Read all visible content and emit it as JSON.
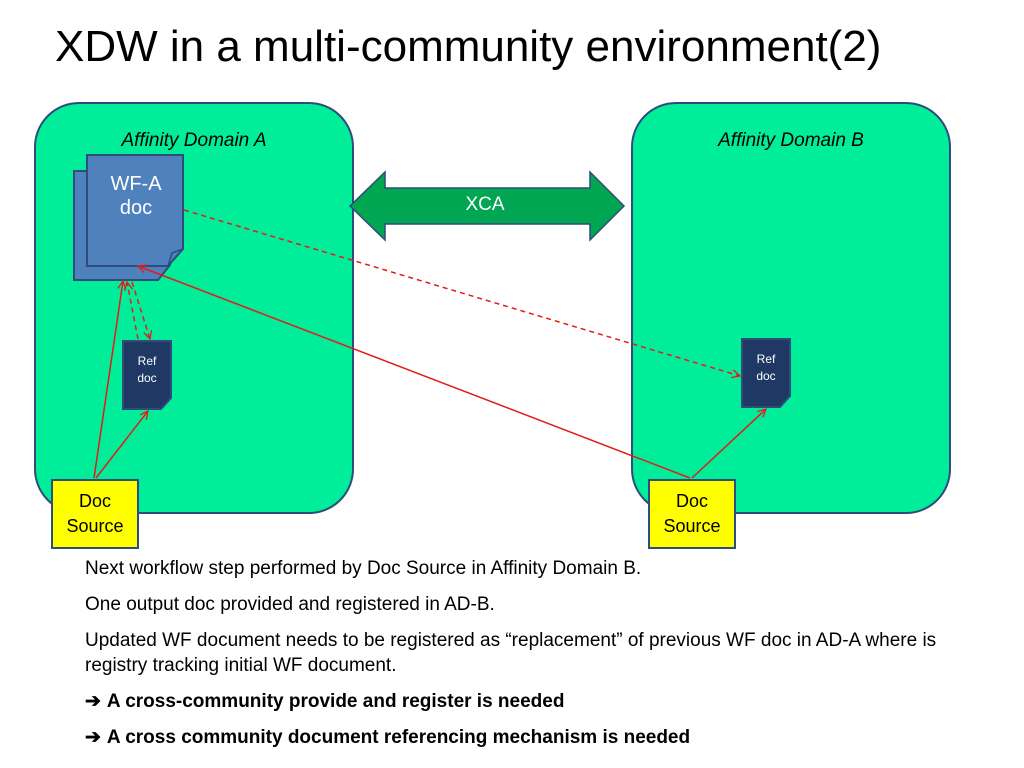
{
  "title": "XDW in a multi-community environment(2)",
  "domain_a": {
    "label": "Affinity Domain A"
  },
  "domain_b": {
    "label": "Affinity Domain B"
  },
  "xca": {
    "label": "XCA"
  },
  "wf_doc": {
    "line1": "WF-A",
    "line2": "doc"
  },
  "ref_doc_a": {
    "line1": "Ref",
    "line2": "doc"
  },
  "ref_doc_b": {
    "line1": "Ref",
    "line2": "doc"
  },
  "doc_source_a": {
    "line1": "Doc",
    "line2": "Source"
  },
  "doc_source_b": {
    "line1": "Doc",
    "line2": "Source"
  },
  "notes": {
    "line1": "Next workflow step performed by Doc Source in Affinity Domain B.",
    "line2": "One output doc provided and registered in AD-B.",
    "line3": "Updated WF document needs to be registered as “replacement” of previous WF doc in AD-A where is registry tracking initial WF document.",
    "arrow_glyph": "➔",
    "line4": "A cross-community provide and register is needed",
    "line5": "A cross community document referencing mechanism is needed"
  },
  "colors": {
    "domain_fill": "#00ee99",
    "domain_border": "#2e4d7a",
    "doc_fill": "#4f81bd",
    "ref_doc_fill": "#1f3864",
    "xca_fill": "#00a651",
    "doc_source_fill": "#ffff00",
    "connector": "#e31b1b"
  }
}
